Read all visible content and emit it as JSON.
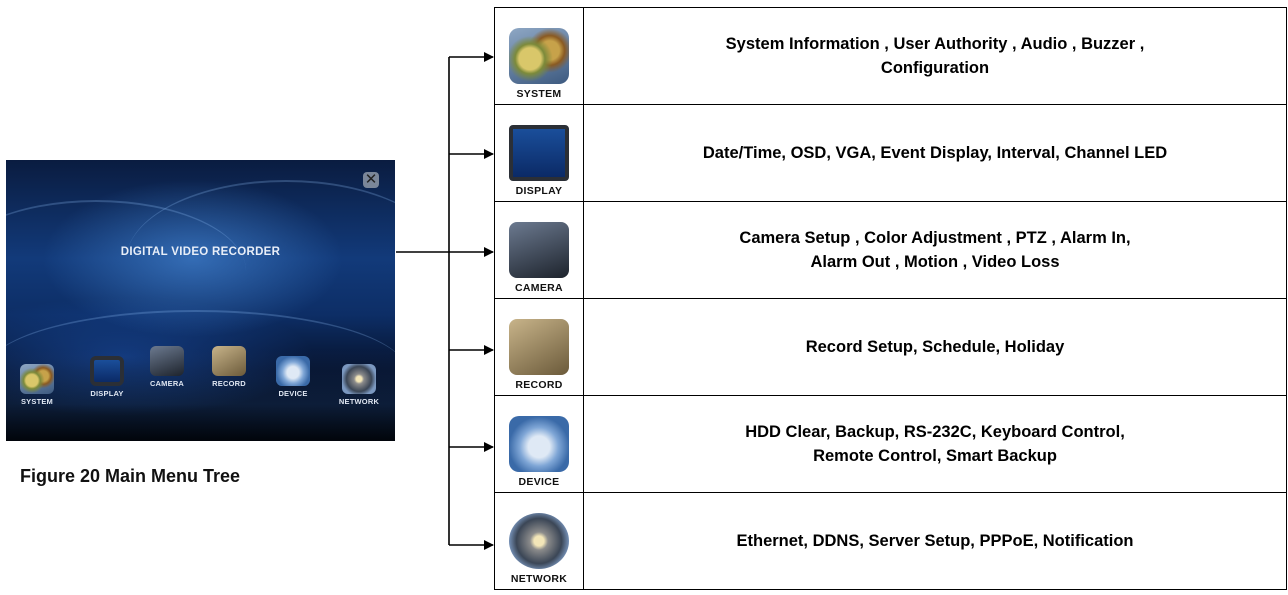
{
  "dvr_screen": {
    "title": "DIGITAL VIDEO RECORDER",
    "close_glyph": "✕",
    "items": [
      {
        "label": "SYSTEM",
        "icon": "gear-icon"
      },
      {
        "label": "DISPLAY",
        "icon": "monitor-icon"
      },
      {
        "label": "CAMERA",
        "icon": "camera-icon"
      },
      {
        "label": "RECORD",
        "icon": "record-icon"
      },
      {
        "label": "DEVICE",
        "icon": "disc-icon"
      },
      {
        "label": "NETWORK",
        "icon": "globe-icon"
      }
    ]
  },
  "caption": "Figure 20 Main Menu Tree",
  "menu_rows": [
    {
      "label": "SYSTEM",
      "icon": "gear-icon",
      "lines": [
        "System Information , User Authority , Audio , Buzzer ,",
        "Configuration"
      ]
    },
    {
      "label": "DISPLAY",
      "icon": "monitor-icon",
      "lines": [
        "Date/Time, OSD, VGA, Event Display, Interval, Channel LED"
      ]
    },
    {
      "label": "CAMERA",
      "icon": "camera-icon",
      "lines": [
        "Camera Setup , Color Adjustment , PTZ , Alarm In,",
        "Alarm Out , Motion , Video Loss"
      ]
    },
    {
      "label": "RECORD",
      "icon": "record-icon",
      "lines": [
        "Record Setup, Schedule, Holiday"
      ]
    },
    {
      "label": "DEVICE",
      "icon": "disc-icon",
      "lines": [
        "HDD Clear, Backup, RS-232C, Keyboard Control,",
        "Remote Control, Smart Backup"
      ]
    },
    {
      "label": "NETWORK",
      "icon": "globe-icon",
      "lines": [
        "Ethernet, DDNS, Server Setup, PPPoE, Notification"
      ]
    }
  ]
}
